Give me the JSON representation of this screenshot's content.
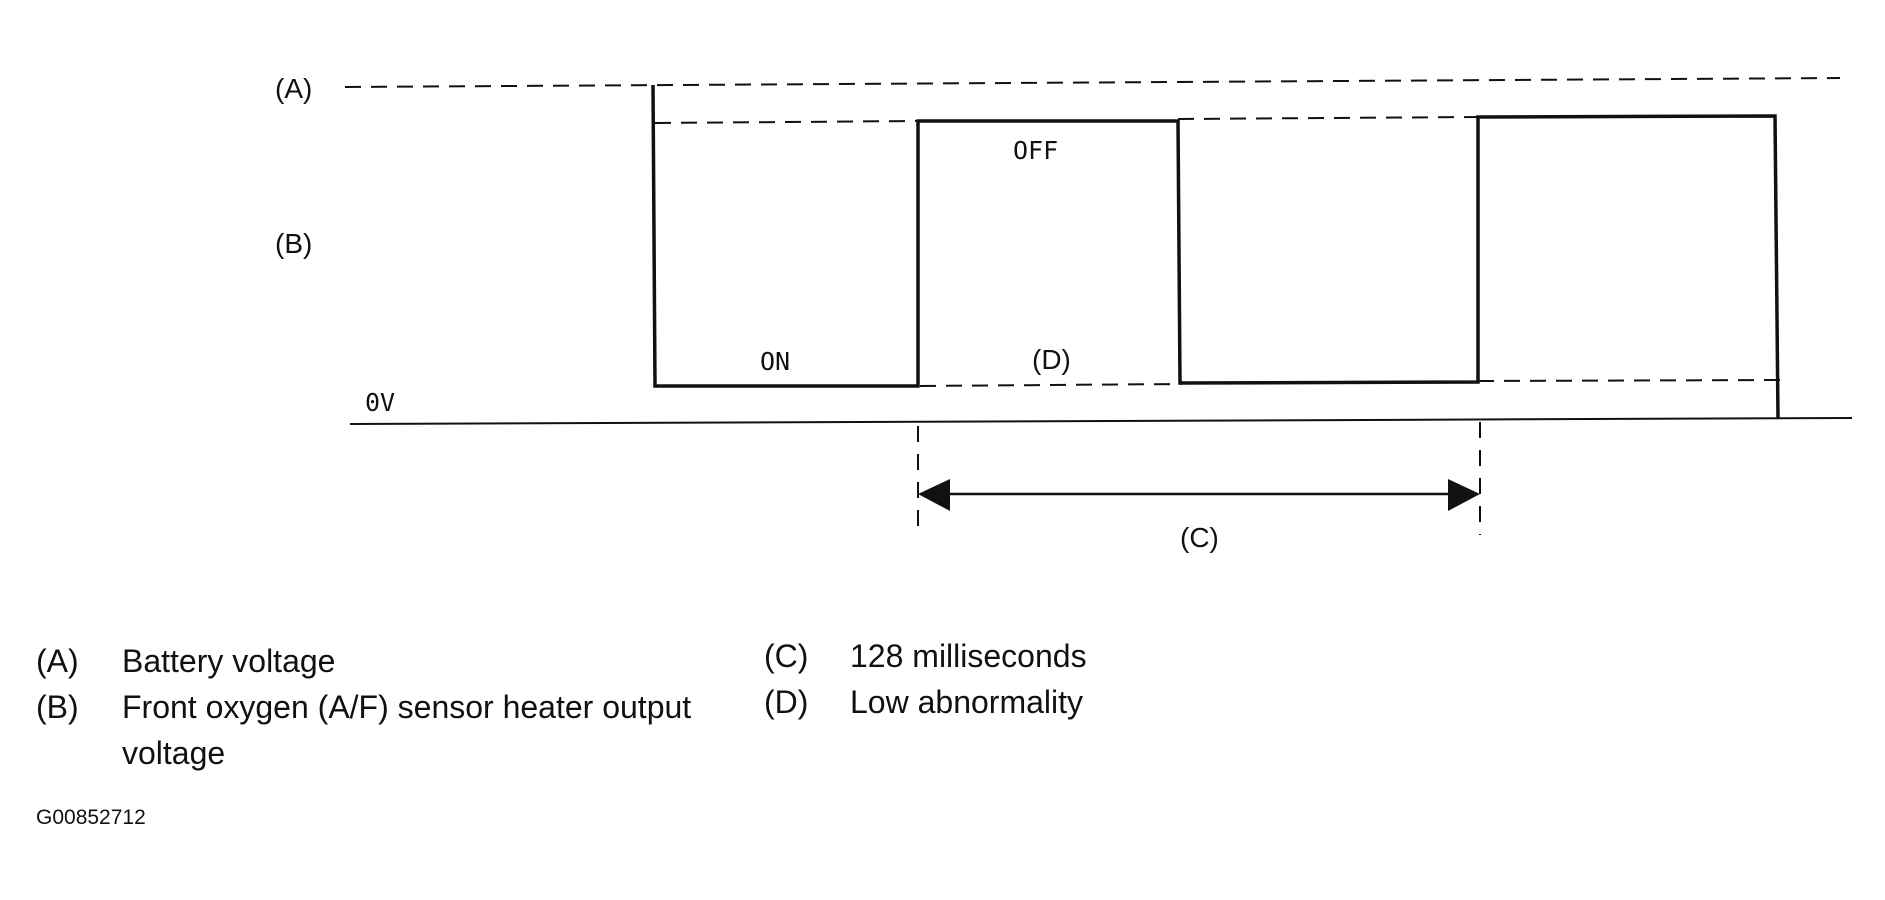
{
  "diagram": {
    "marker_a": "(A)",
    "marker_b": "(B)",
    "zero_label": "0V",
    "off_label": "OFF",
    "on_label": "ON",
    "marker_d": "(D)",
    "marker_c": "(C)"
  },
  "legend": {
    "left": [
      {
        "key": "(A)",
        "text": "Battery voltage"
      },
      {
        "key": "(B)",
        "text": "Front oxygen (A/F) sensor heater output voltage"
      }
    ],
    "right": [
      {
        "key": "(C)",
        "text": "128 milliseconds"
      },
      {
        "key": "(D)",
        "text": "Low abnormality"
      }
    ]
  },
  "figure_id": "G00852712",
  "colors": {
    "line": "#111111",
    "background": "#ffffff"
  }
}
